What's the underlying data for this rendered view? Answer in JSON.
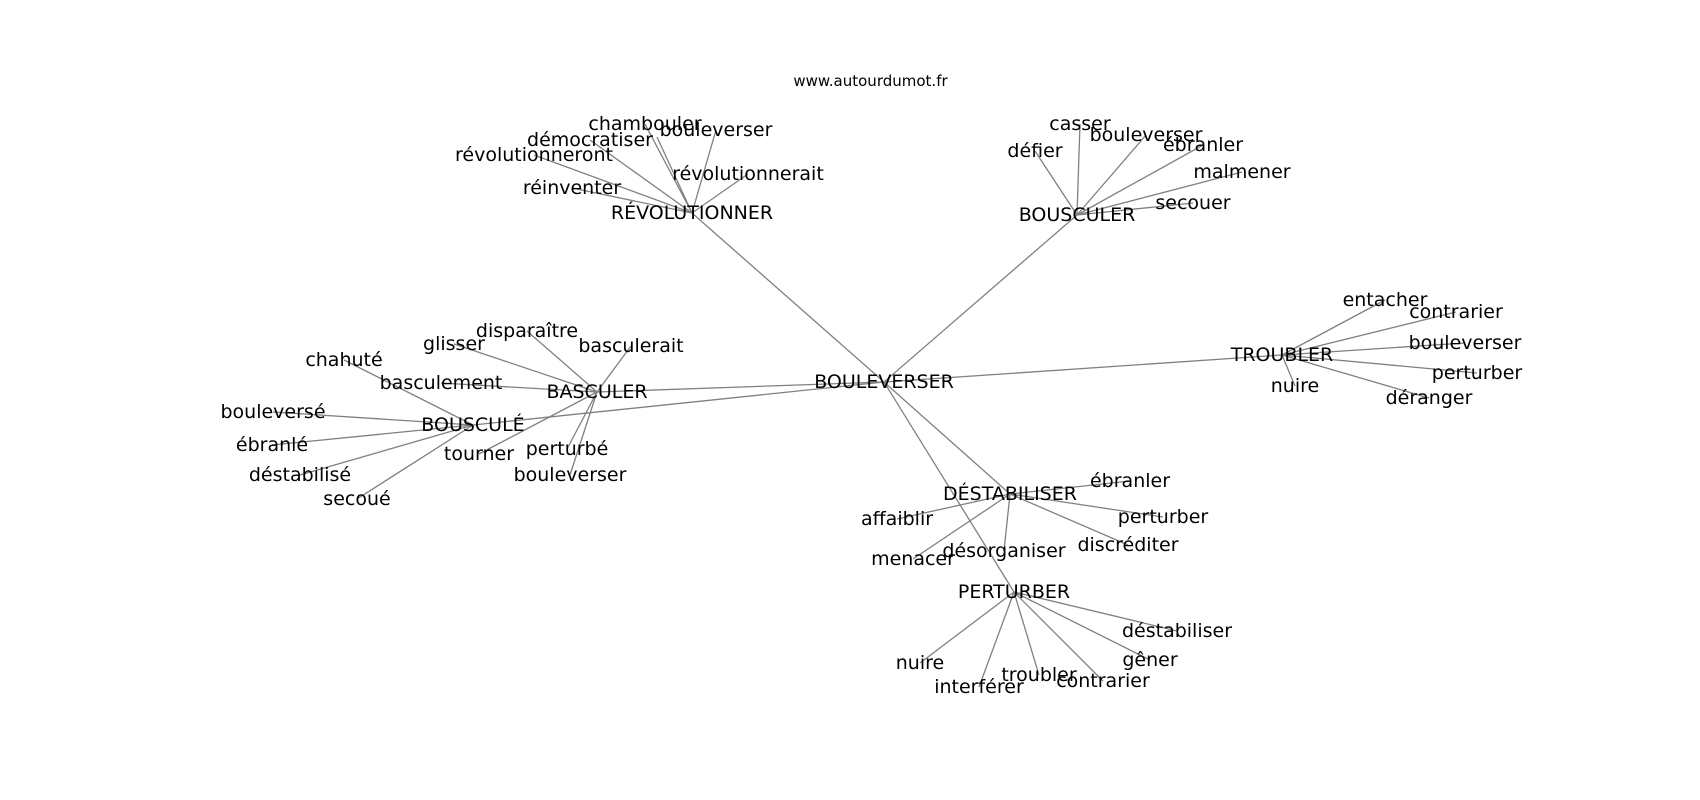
{
  "site": "www.autourdumot.fr",
  "graph": {
    "center": "BOULEVERSER",
    "hubs": [
      {
        "id": "revolutionner",
        "label": "RÉVOLUTIONNER",
        "leaves": [
          "chambouler",
          "bouleverser",
          "démocratiser",
          "révolutionneront",
          "révolutionnerait",
          "réinventer"
        ]
      },
      {
        "id": "bousculer",
        "label": "BOUSCULER",
        "leaves": [
          "casser",
          "bouleverser",
          "défier",
          "ébranler",
          "malmener",
          "secouer"
        ]
      },
      {
        "id": "troubler",
        "label": "TROUBLER",
        "leaves": [
          "entacher",
          "contrarier",
          "bouleverser",
          "perturber",
          "déranger",
          "nuire"
        ]
      },
      {
        "id": "basculer",
        "label": "BASCULER",
        "leaves": [
          "disparaître",
          "glisser",
          "basculerait",
          "basculement",
          "tourner",
          "perturbé",
          "bouleverser"
        ]
      },
      {
        "id": "bouscule",
        "label": "BOUSCULÉ",
        "leaves": [
          "chahuté",
          "bouleversé",
          "ébranlé",
          "déstabilisé",
          "secoué"
        ]
      },
      {
        "id": "destabiliser",
        "label": "DÉSTABILISER",
        "leaves": [
          "ébranler",
          "affaiblir",
          "perturber",
          "discréditer",
          "désorganiser",
          "menacer"
        ]
      },
      {
        "id": "perturber",
        "label": "PERTURBER",
        "leaves": [
          "déstabiliser",
          "gêner",
          "nuire",
          "interférer",
          "troubler",
          "contrarier"
        ]
      }
    ]
  }
}
